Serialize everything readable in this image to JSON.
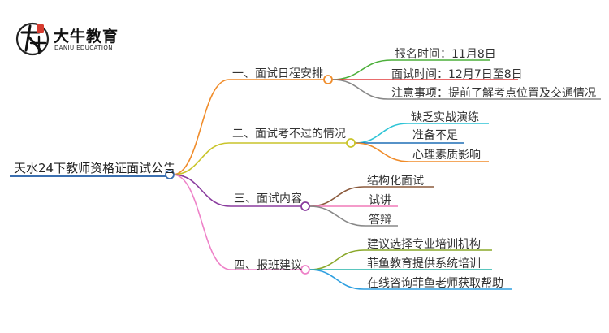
{
  "logo": {
    "name_cn": "大牛教育",
    "name_en": "DANIU EDUCATION",
    "mark_text": "大牛"
  },
  "mindmap": {
    "root": {
      "label": "天水24下教师资格证面试公告",
      "color": "#3a6fb0"
    },
    "branches": [
      {
        "label": "一、面试日程安排",
        "color": "#f08c2a",
        "children": [
          {
            "label": "报名时间：11月8日",
            "color": "#4caf3a"
          },
          {
            "label": "面试时间：12月7日至8日",
            "color": "#e23b3b"
          },
          {
            "label": "注意事项：提前了解考点位置及交通情况",
            "color": "#888888"
          }
        ]
      },
      {
        "label": "二、面试考不过的情况",
        "color": "#c9c42a",
        "children": [
          {
            "label": "缺乏实战演练",
            "color": "#2ec4d6"
          },
          {
            "label": "准备不足",
            "color": "#1f6fb5"
          },
          {
            "label": "心理素质影响",
            "color": "#f08c2a"
          }
        ]
      },
      {
        "label": "三、面试内容",
        "color": "#8a3c9e",
        "children": [
          {
            "label": "结构化面试",
            "color": "#8b5a3c"
          },
          {
            "label": "试讲",
            "color": "#f07ab8"
          },
          {
            "label": "答辩",
            "color": "#888888"
          }
        ]
      },
      {
        "label": "四、报班建议",
        "color": "#ee82c8",
        "children": [
          {
            "label": "建议选择专业培训机构",
            "color": "#8aa82a"
          },
          {
            "label": "菲鱼教育提供系统培训",
            "color": "#24b3a8"
          },
          {
            "label": "在线咨询菲鱼老师获取帮助",
            "color": "#2e9fe0"
          }
        ]
      }
    ]
  }
}
